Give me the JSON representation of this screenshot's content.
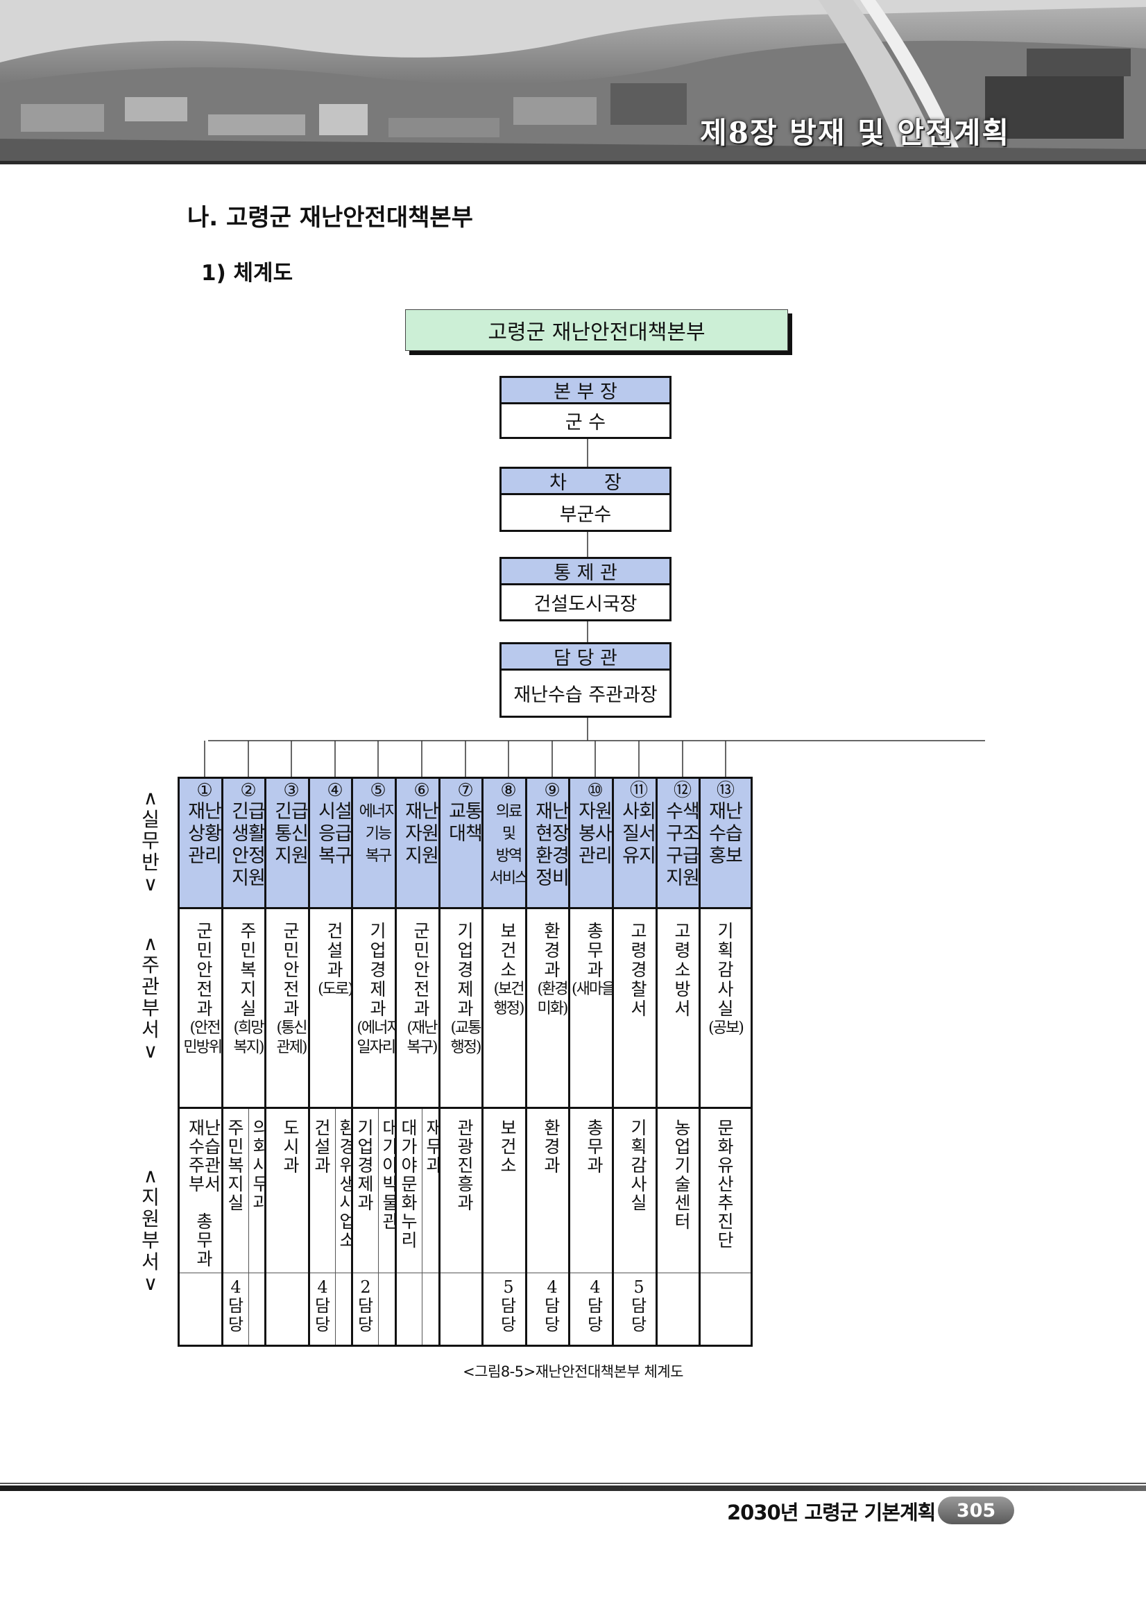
{
  "header": {
    "chapter_title": "제8장 방재 및 안전계획"
  },
  "section": {
    "heading": "나. 고령군 재난안전대책본부",
    "subheading": "1) 체계도"
  },
  "chart": {
    "title": "고령군 재난안전대책본부",
    "ranks": [
      {
        "title": "본 부 장",
        "holder": "군 수"
      },
      {
        "title": "차　　장",
        "holder": "부군수"
      },
      {
        "title": "통 제 관",
        "holder": "건설도시국장"
      },
      {
        "title": "담 당 관",
        "holder": "재난수습 주관과장"
      }
    ],
    "side_labels": {
      "team": "∧\n실\n무\n반\n∨",
      "main": "∧\n주\n관\n부\n서\n∨",
      "support": "∧\n지\n원\n부\n서\n∨"
    },
    "columns": [
      {
        "num": "①",
        "name": "재난\n상황\n관리",
        "main": "군\n민\n안\n전\n과",
        "main_note": "(안전\n민방위)",
        "support": [
          "재난\n수습\n주관\n부서\n\n총\n무\n과"
        ],
        "staff": []
      },
      {
        "num": "②",
        "name": "긴급\n생활\n안정\n지원",
        "main": "주\n민\n복\n지\n실",
        "main_note": "(희망\n복지)",
        "support": [
          "주\n민\n복\n지\n실",
          "의\n회\n사\n무\n과"
        ],
        "staff": [
          "4\n담\n당",
          ""
        ]
      },
      {
        "num": "③",
        "name": "긴급\n통신\n지원",
        "main": "군\n민\n안\n전\n과",
        "main_note": "(통신\n관제)",
        "support": [
          "도\n시\n과"
        ],
        "staff": []
      },
      {
        "num": "④",
        "name": "시설\n응급\n복구",
        "main": "건\n설\n과",
        "main_note": "(도로)",
        "support": [
          "건\n설\n과",
          "환\n경\n위\n생\n사\n업\n소"
        ],
        "staff": [
          "4\n담\n당",
          ""
        ]
      },
      {
        "num": "⑤",
        "name": "에너지\n기능\n복구",
        "main": "기\n업\n경\n제\n과",
        "main_note": "(에너지\n일자리)",
        "support": [
          "기\n업\n경\n제\n과",
          "대\n가\n야\n박\n물\n관"
        ],
        "staff": [
          "2\n담\n당",
          ""
        ]
      },
      {
        "num": "⑥",
        "name": "재난\n자원\n지원",
        "main": "군\n민\n안\n전\n과",
        "main_note": "(재난\n복구)",
        "support": [
          "대\n가\n야\n문\n화\n누\n리",
          "재\n무\n과"
        ],
        "staff": [
          "",
          ""
        ]
      },
      {
        "num": "⑦",
        "name": "교통\n대책",
        "main": "기\n업\n경\n제\n과",
        "main_note": "(교통\n행정)",
        "support": [
          "관\n광\n진\n흥\n과"
        ],
        "staff": []
      },
      {
        "num": "⑧",
        "name": "의료\n및\n방역\n서비스",
        "main": "보\n건\n소",
        "main_note": "(보건\n행정)",
        "support": [
          "보\n건\n소"
        ],
        "staff": [
          "5\n담\n당"
        ]
      },
      {
        "num": "⑨",
        "name": "재난\n현장\n환경\n정비",
        "main": "환\n경\n과",
        "main_note": "(환경\n미화)",
        "support": [
          "환\n경\n과"
        ],
        "staff": [
          "4\n담\n당"
        ]
      },
      {
        "num": "⑩",
        "name": "자원\n봉사\n관리",
        "main": "총\n무\n과",
        "main_note": "(새마을)",
        "support": [
          "총\n무\n과"
        ],
        "staff": [
          "4\n담\n당"
        ]
      },
      {
        "num": "⑪",
        "name": "사회\n질서\n유지",
        "main": "고\n령\n경\n찰\n서",
        "main_note": "",
        "support": [
          "기\n획\n감\n사\n실"
        ],
        "staff": [
          "5\n담\n당"
        ]
      },
      {
        "num": "⑫",
        "name": "수색\n구조\n구급\n지원",
        "main": "고\n령\n소\n방\n서",
        "main_note": "",
        "support": [
          "농\n업\n기\n술\n센\n터"
        ],
        "staff": []
      },
      {
        "num": "⑬",
        "name": "재난\n수습\n홍보",
        "main": "기\n획\n감\n사\n실",
        "main_note": "(공보)",
        "support": [
          "문\n화\n유\n산\n추\n진\n단"
        ],
        "staff": []
      }
    ],
    "caption": "<그림8-5>재난안전대책본부 체계도"
  },
  "footer": {
    "doc_title": "2030년 고령군 기본계획",
    "page_number": "305"
  },
  "colors": {
    "title_box": "#ccefd6",
    "team_header": "#b9c9ed"
  }
}
